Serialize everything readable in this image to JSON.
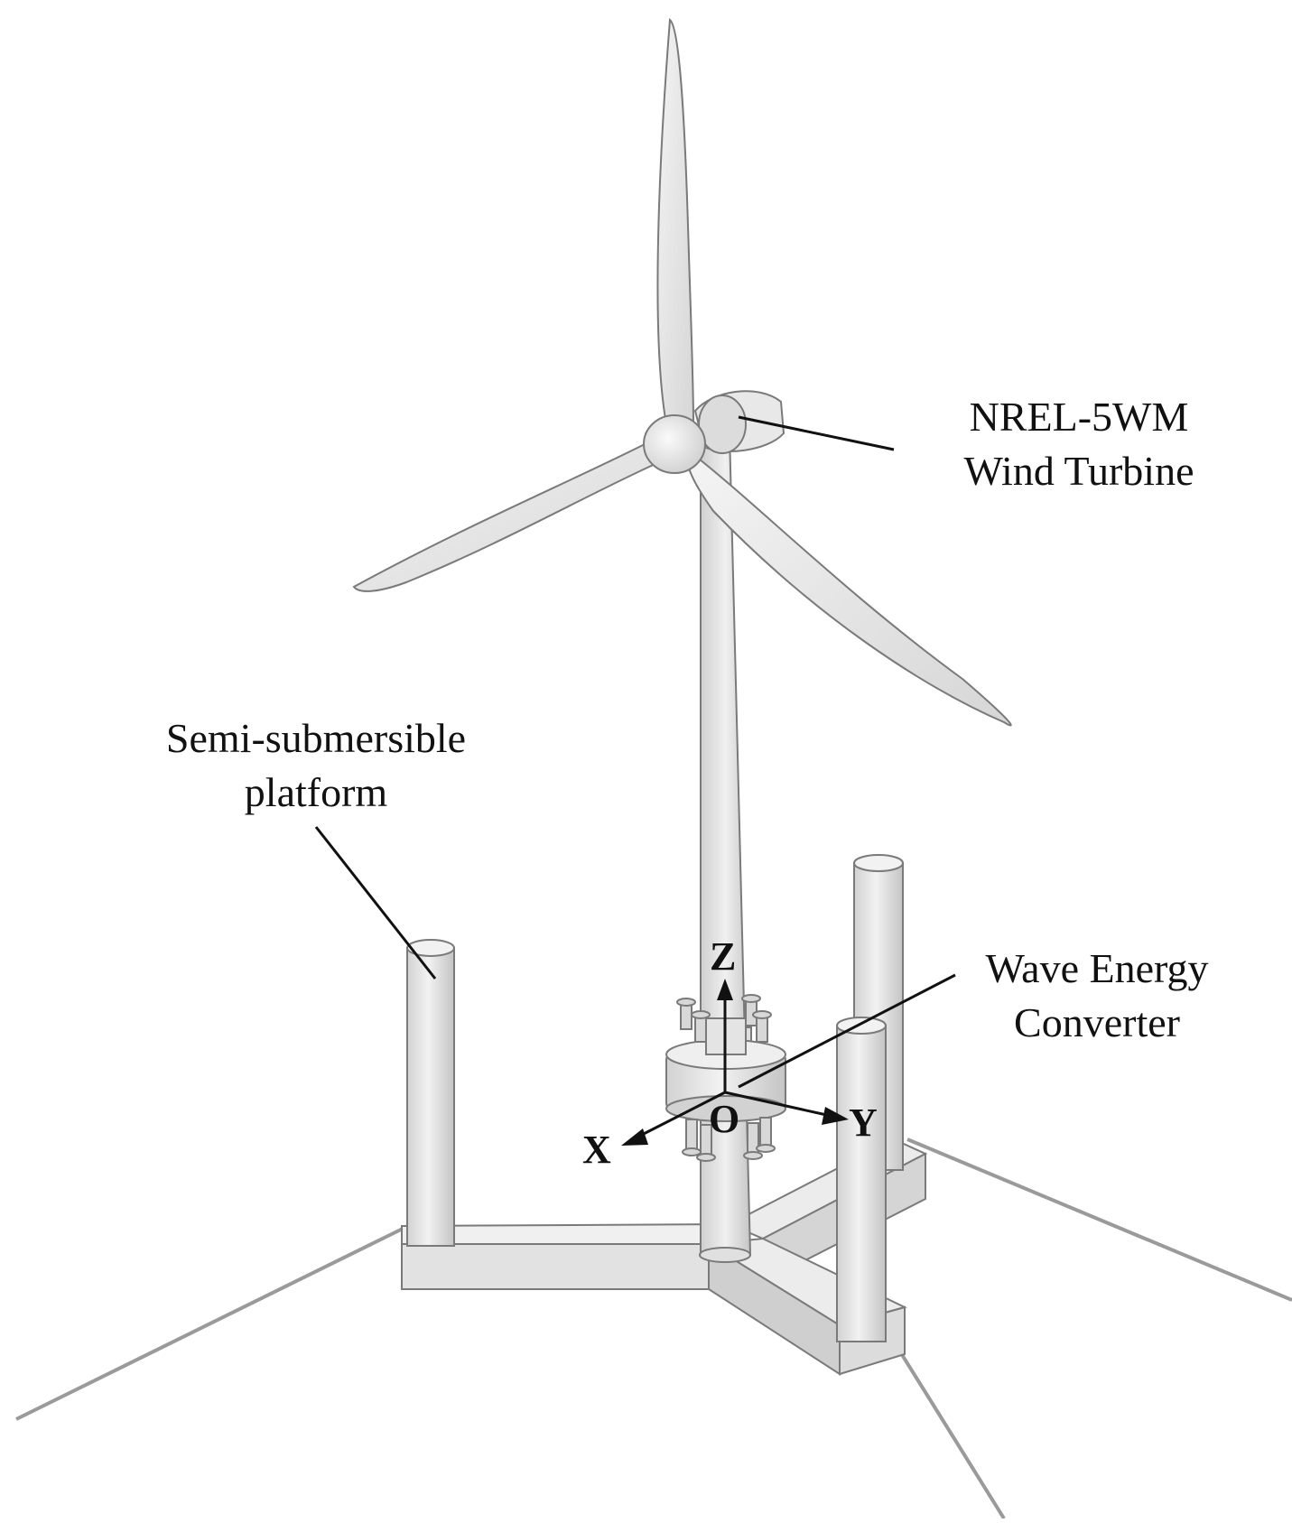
{
  "labels": {
    "turbine_line1": "NREL-5WM",
    "turbine_line2": "Wind Turbine",
    "platform_line1": "Semi-submersible",
    "platform_line2": "platform",
    "wec_line1": "Wave Energy",
    "wec_line2": "Converter"
  },
  "axes": {
    "z": "Z",
    "o": "O",
    "y": "Y",
    "x": "X"
  },
  "colors": {
    "body_fill": "#e4e4e4",
    "body_shade": "#c9c9c9",
    "outline": "#7a7a7a",
    "leader": "#111111"
  }
}
